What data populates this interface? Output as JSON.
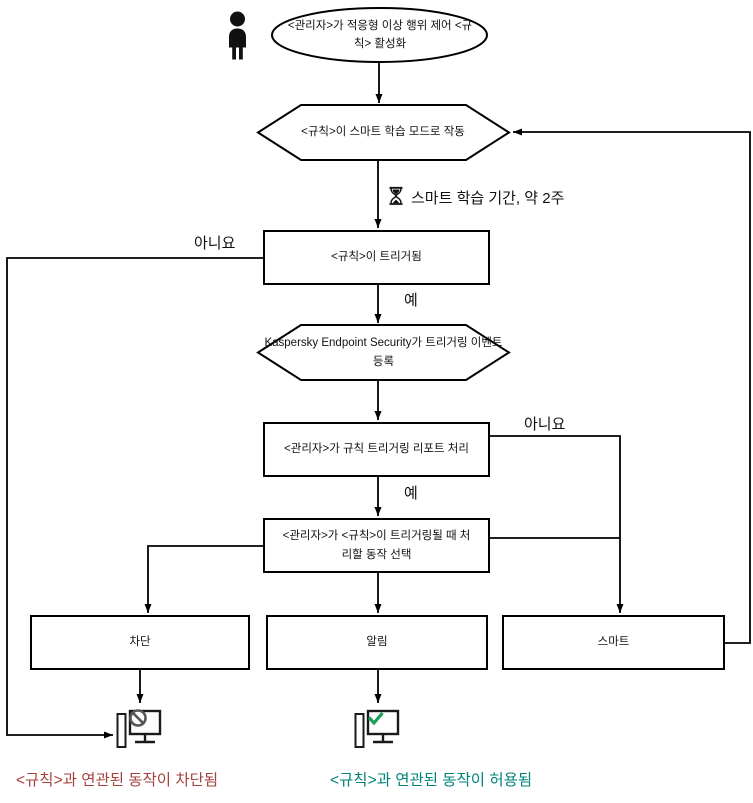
{
  "diagram": {
    "nodes": {
      "start": "<관리자>가 적응형 이상 행위 제어 <규칙> 활성화",
      "smart_mode": "<규칙>이 스마트 학습 모드로 작동",
      "rule_triggered": "<규칙>이 트리거됨",
      "event_registered": "Kaspersky Endpoint Security가 트리거링 이벤트 등록",
      "report_processing": "<관리자>가 규칙 트리거링 리포트 처리",
      "action_select": "<관리자>가 <규칙>이 트리거링될 때 처리할 동작 선택",
      "block": "차단",
      "notify": "알림",
      "smart": "스마트"
    },
    "edge_labels": {
      "yes_1": "예",
      "yes_2": "예",
      "no_left": "아니요",
      "no_right": "아니요",
      "learning_period": "스마트 학습 기간, 약 2주"
    },
    "captions": {
      "blocked": "<규칙>과 연관된 동작이 차단됨",
      "allowed": "<규칙>과 연관된 동작이 허용됨"
    },
    "icons": {
      "admin": "person-icon",
      "timer": "hourglass-icon",
      "blocked_computer": "computer-blocked-icon",
      "allowed_computer": "computer-allowed-icon"
    },
    "colors": {
      "line": "#000000",
      "caption_blocked": "#a6423c",
      "caption_allowed": "#00837a",
      "check": "#1ba05a",
      "prohibition": "#565656"
    }
  }
}
